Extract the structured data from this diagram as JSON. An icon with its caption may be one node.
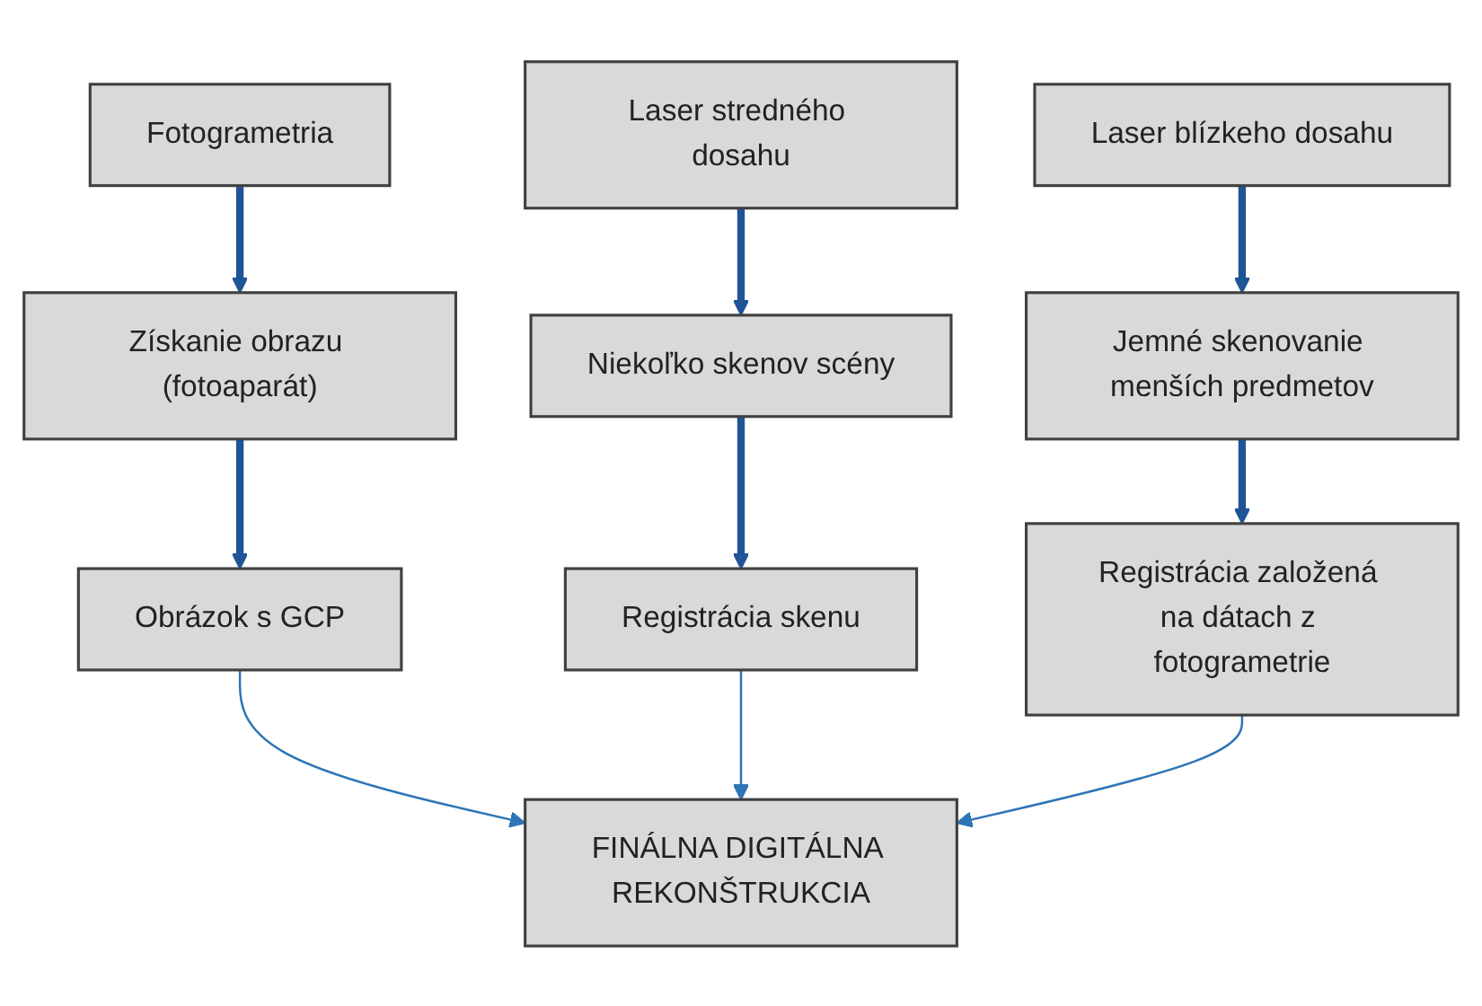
{
  "diagram": {
    "nodes": [
      {
        "text": [
          "Fotogrametria"
        ]
      },
      {
        "text": [
          "Laser stredného dosahu"
        ]
      },
      {
        "text": [
          "Laser blízkeho dosahu"
        ]
      },
      {
        "text": [
          "Získanie obrazu (fotoaparát)"
        ]
      },
      {
        "text": [
          "Niekoľko skenov scény"
        ]
      },
      {
        "text": [
          "Jemné skenovanie menších predmetov"
        ]
      },
      {
        "text": [
          "Obrázok s GCP"
        ]
      },
      {
        "text": [
          "Registrácia skenu"
        ]
      },
      {
        "text": [
          "Registrácia založená na dátach z fotogrametrie"
        ]
      },
      {
        "text": [
          "FINÁLNA DIGITÁLNA REKONŠTRUKCIA"
        ]
      }
    ],
    "edges": [
      {
        "from": 0,
        "to": 3,
        "arrow": "to"
      },
      {
        "from": 1,
        "to": 4,
        "arrow": "to"
      },
      {
        "from": 2,
        "to": 5,
        "arrow": "to"
      },
      {
        "from": 3,
        "to": 6,
        "arrow": "to"
      },
      {
        "from": 4,
        "to": 7,
        "arrow": "to"
      },
      {
        "from": 5,
        "to": 8,
        "arrow": "to"
      },
      {
        "from": 6,
        "to": 9,
        "arrow": "to",
        "color": "#2e75b6"
      },
      {
        "from": 7,
        "to": 9,
        "arrow": "to",
        "color": "#2e75b6"
      },
      {
        "from": 8,
        "to": 9,
        "arrow": "to",
        "color": "#2e75b6"
      }
    ]
  }
}
